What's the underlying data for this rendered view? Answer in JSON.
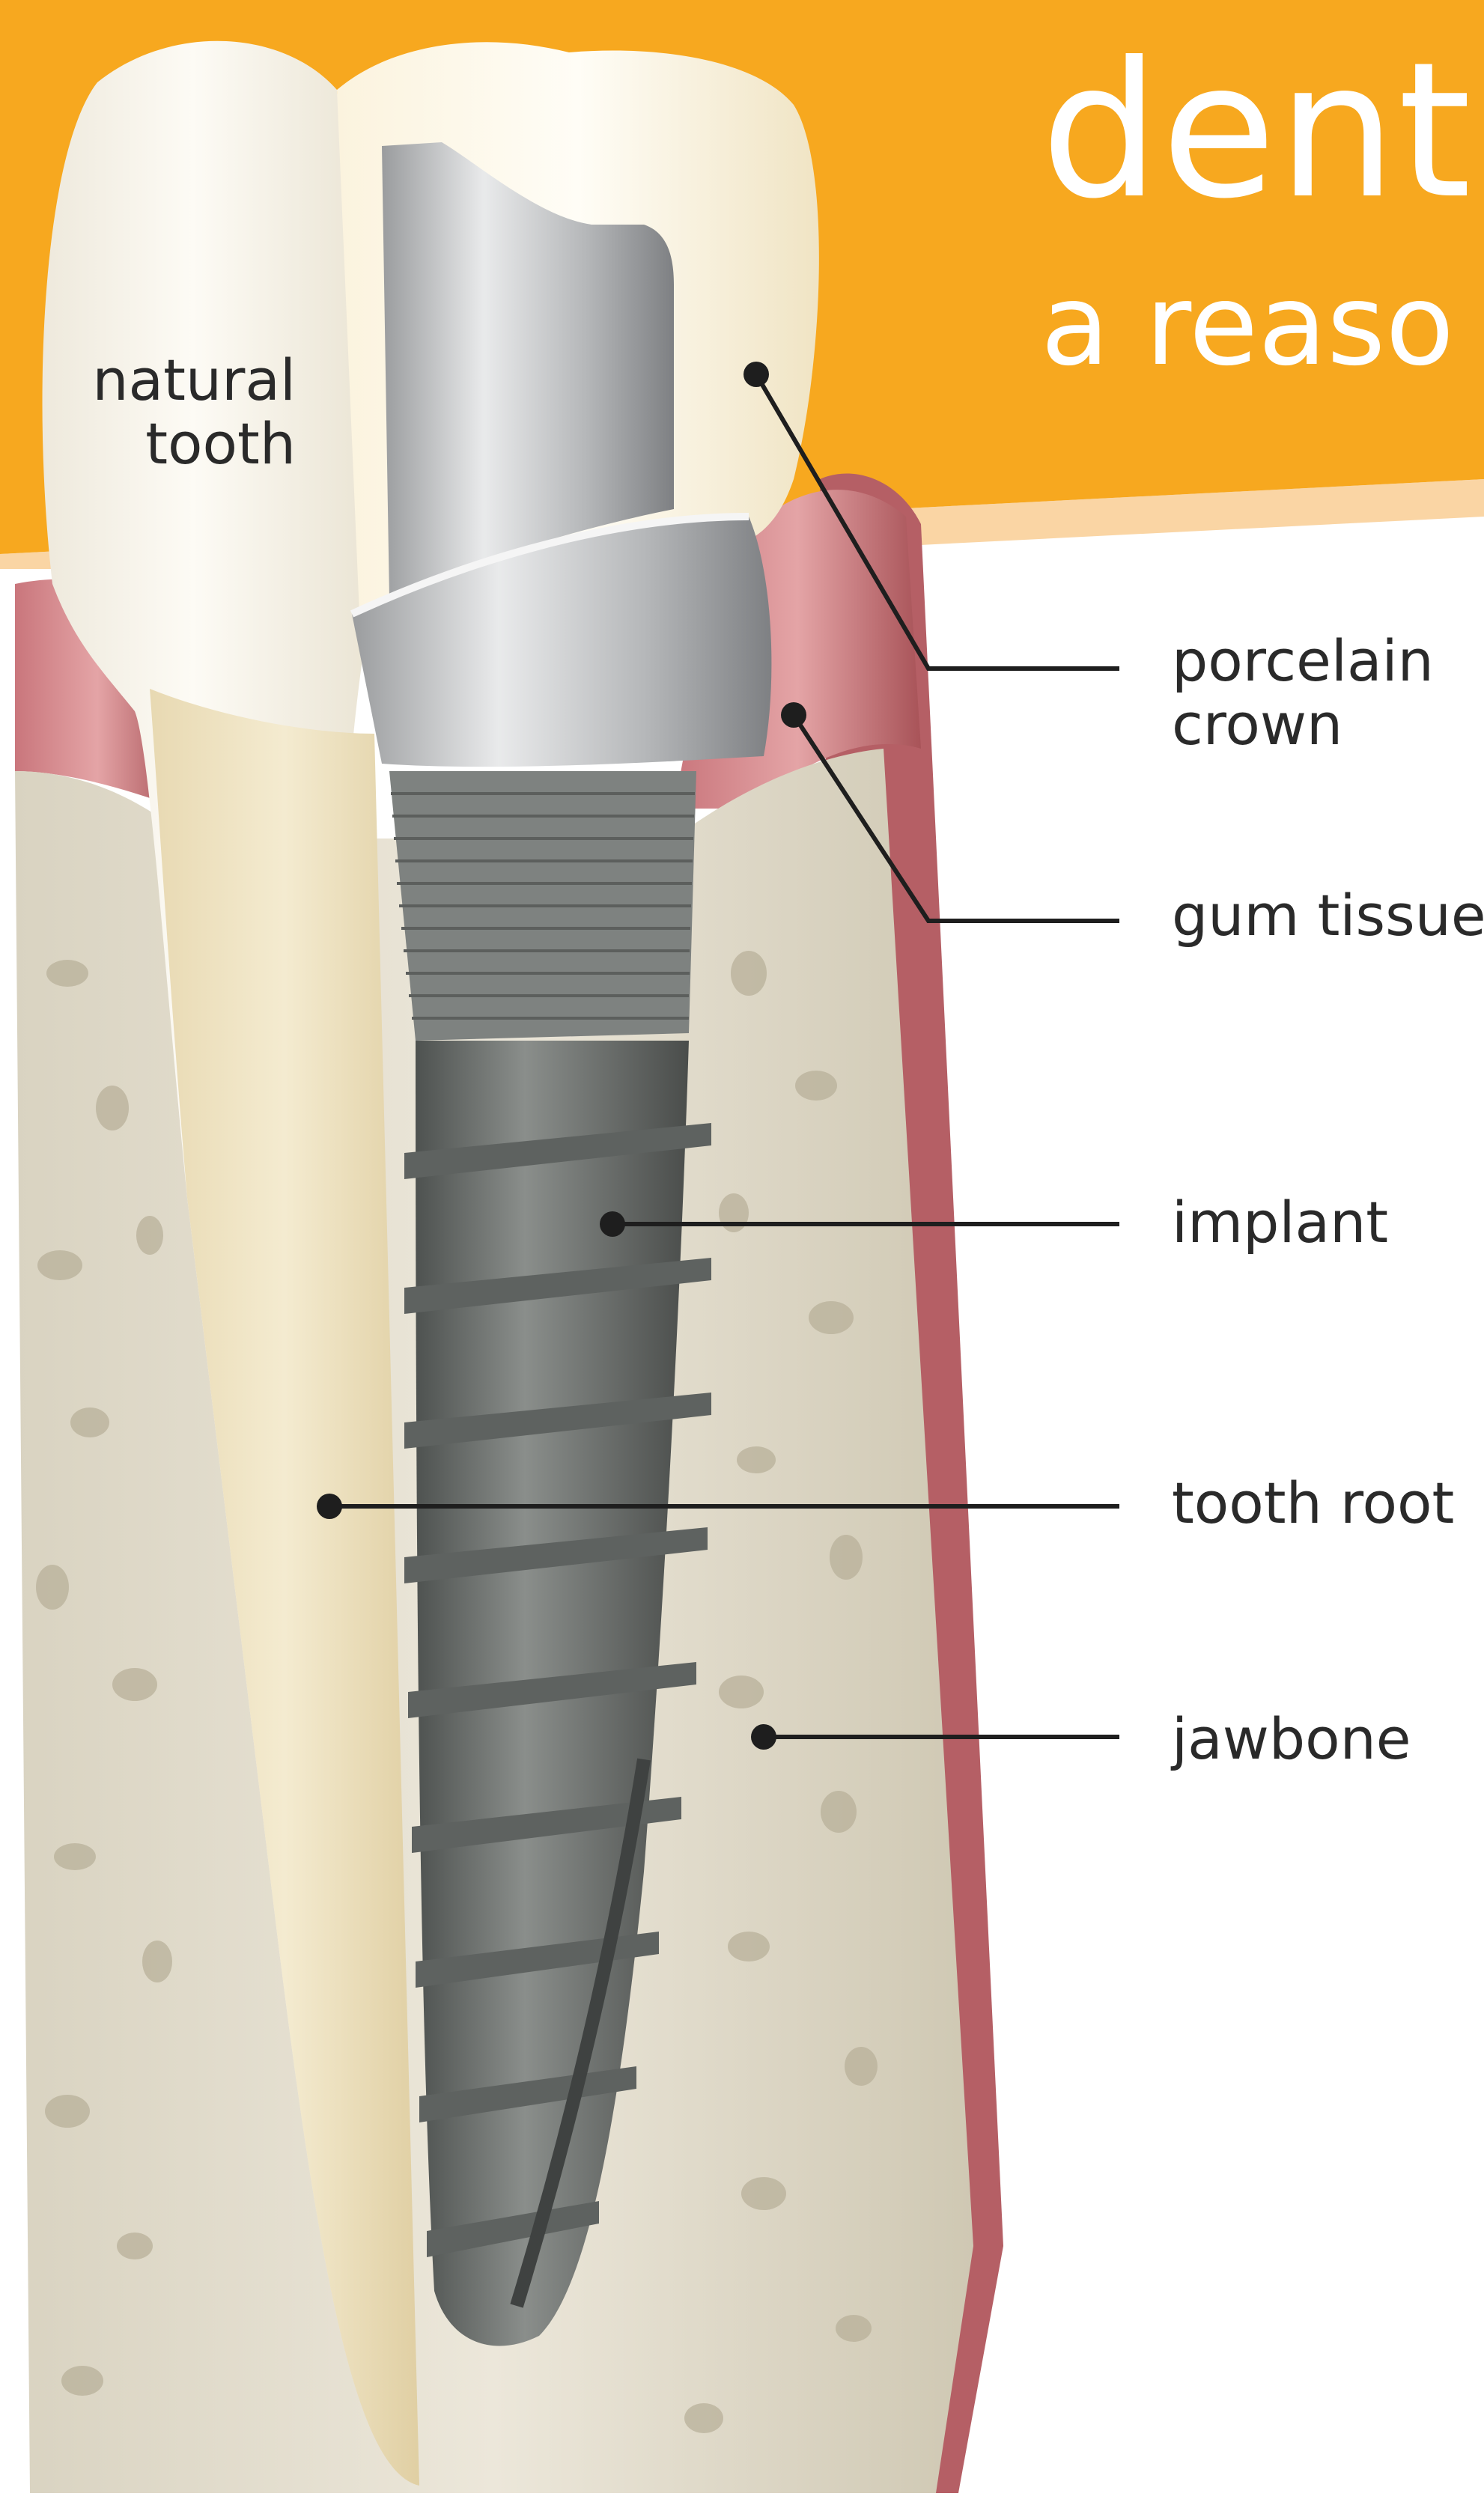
{
  "header": {
    "title": "dent",
    "subtitle": "a reaso",
    "background_color": "#F7A81F"
  },
  "labels": {
    "natural_tooth": "natural\ntooth",
    "porcelain_crown": "porcelain\ncrown",
    "gum_tissue": "gum tissue",
    "implant": "implant",
    "tooth_root": "tooth root",
    "jawbone": "jawbone"
  },
  "colors": {
    "accent": "#F7A81F",
    "gum": "#D98A8E",
    "bone": "#E6E0CF",
    "root": "#EFE3C2",
    "implant": "#6C706E",
    "label_text": "#2A2A2A",
    "leader_line": "#1E1E1E"
  }
}
